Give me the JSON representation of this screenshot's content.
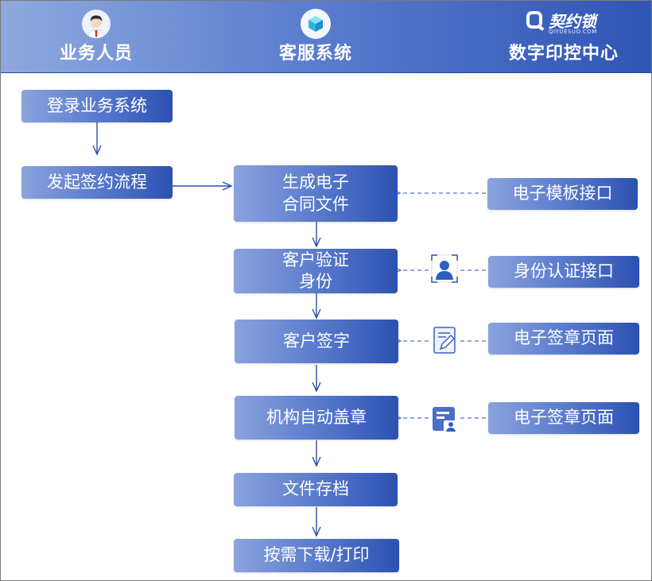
{
  "header": {
    "col1": "业务人员",
    "col2": "客服系统",
    "col3": "数字印控中心",
    "logo_name": "契约锁",
    "logo_sub": "QIYUESUO.COM"
  },
  "left_steps": [
    "登录业务系统",
    "发起签约流程"
  ],
  "center_steps": [
    "生成电子\n合同文件",
    "客户验证\n身份",
    "客户签字",
    "机构自动盖章",
    "文件存档",
    "按需下载/打印"
  ],
  "right_steps": [
    "电子模板接口",
    "身份认证接口",
    "电子签章页面",
    "电子签章页面"
  ],
  "icons": [
    "user-portrait-icon",
    "document-pen-icon",
    "form-user-icon"
  ],
  "colors": {
    "box_start": "#8aa3de",
    "box_end": "#2c51b2",
    "arrow": "#2b4ea8",
    "dashed": "#5574c4"
  }
}
